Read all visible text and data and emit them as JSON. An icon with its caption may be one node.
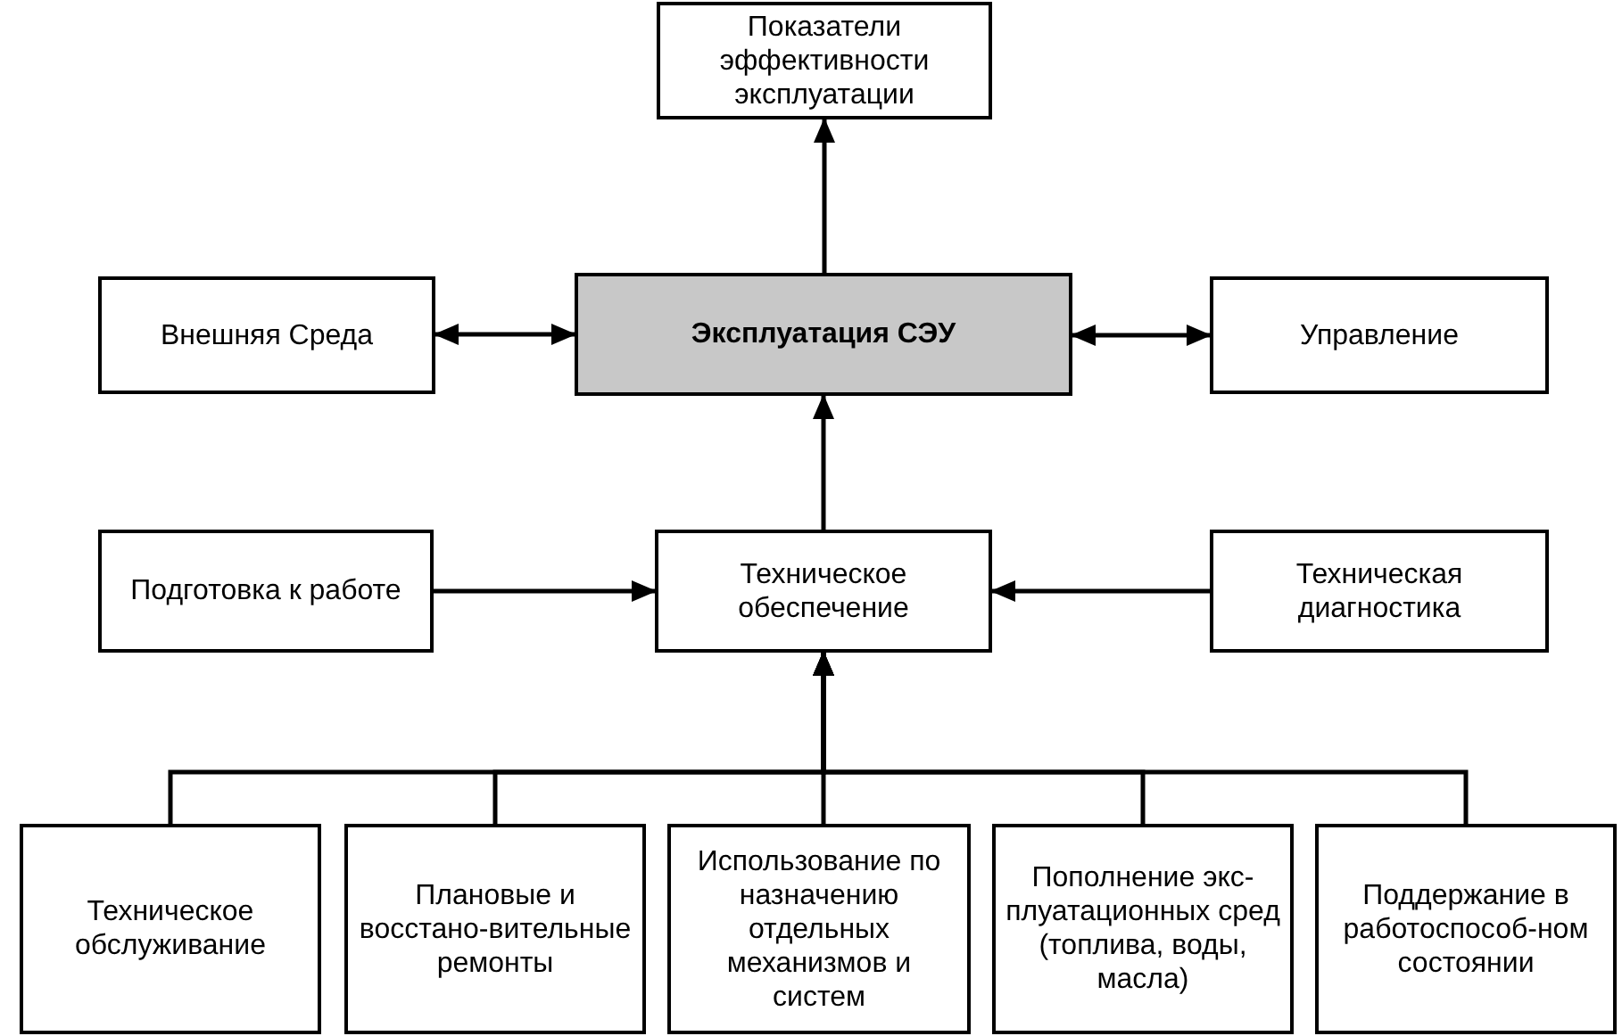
{
  "diagram": {
    "nodes": [
      {
        "text": [
          "Показатели эффективности эксплуатации"
        ]
      },
      {
        "text": [
          "Внешняя Среда"
        ]
      },
      {
        "text": [
          "Эксплуатация СЭУ"
        ]
      },
      {
        "text": [
          "Управление"
        ]
      },
      {
        "text": [
          "Подготовка к работе"
        ]
      },
      {
        "text": [
          "Техническое обеспечение"
        ]
      },
      {
        "text": [
          "Техническая диагностика"
        ]
      },
      {
        "text": [
          "Техническое обслуживание"
        ]
      },
      {
        "text": [
          "Плановые и восстано-вительные ремонты"
        ]
      },
      {
        "text": [
          "Использование по назначению отдельных механизмов и систем"
        ]
      },
      {
        "text": [
          "Пополнение экс-плуатационных сред (топлива, воды, масла)"
        ]
      },
      {
        "text": [
          "Поддержание в работоспособ-ном состоянии"
        ]
      }
    ],
    "edges": [
      {
        "from": 5,
        "to": 2,
        "arrow": "to"
      },
      {
        "from": 2,
        "to": 0,
        "arrow": "to"
      },
      {
        "from": 1,
        "to": 2,
        "arrow": "both"
      },
      {
        "from": 2,
        "to": 3,
        "arrow": "both"
      },
      {
        "from": 4,
        "to": 5,
        "arrow": "to"
      },
      {
        "from": 6,
        "to": 5,
        "arrow": "to"
      },
      {
        "from": 7,
        "to": 5,
        "arrow": "to"
      },
      {
        "from": 8,
        "to": 5,
        "arrow": "to"
      },
      {
        "from": 9,
        "to": 5,
        "arrow": "to"
      },
      {
        "from": 10,
        "to": 5,
        "arrow": "to"
      },
      {
        "from": 11,
        "to": 5,
        "arrow": "to"
      }
    ]
  }
}
